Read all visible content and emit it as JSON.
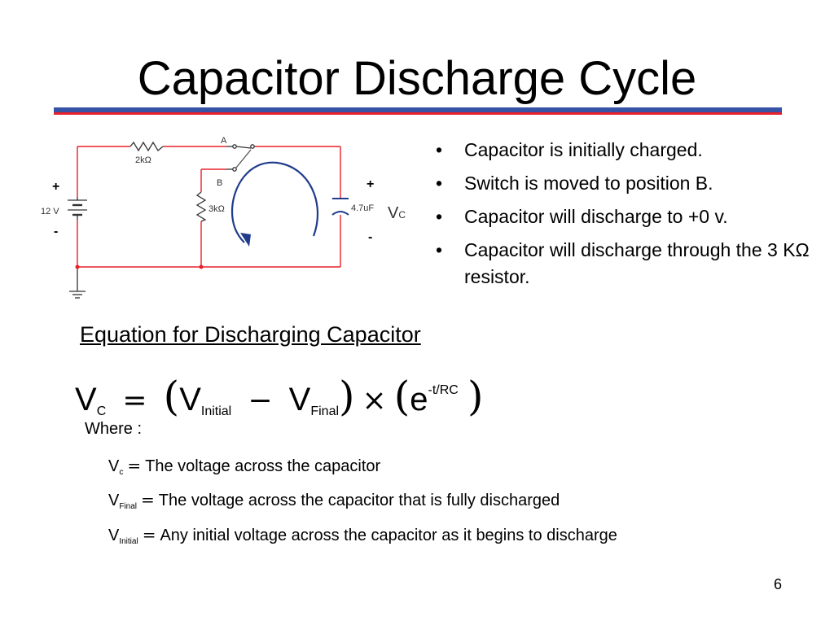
{
  "slide": {
    "title": "Capacitor Discharge Cycle",
    "page_number": "6",
    "colors": {
      "rule_blue": "#3653a6",
      "rule_red": "#e8202a",
      "wire": "#e8202a",
      "arrow": "#1f3b8c"
    }
  },
  "circuit": {
    "switch_a": "A",
    "switch_b": "B",
    "r1_label": "2kΩ",
    "r2_label": "3kΩ",
    "battery_label": "12 V",
    "battery_plus": "+",
    "battery_minus": "-",
    "cap_label": "4.7uF",
    "cap_plus": "+",
    "cap_minus": "-",
    "vc_main": "V",
    "vc_sub": "C",
    "icons": [
      "ground-icon",
      "battery-icon",
      "resistor-icon",
      "capacitor-icon",
      "switch-icon",
      "counterclockwise-arrow-icon"
    ]
  },
  "bullets": [
    "Capacitor is initially charged.",
    "Switch is moved to position B.",
    "Capacitor will discharge to +0 v.",
    "Capacitor will discharge through the 3 KΩ resistor."
  ],
  "equation": {
    "heading": "Equation for Discharging Capacitor",
    "lhs_var": "V",
    "lhs_sub": "C",
    "eq": "=",
    "lparen": "(",
    "v1": "V",
    "v1_sub": "Initial",
    "minus": "−",
    "v2": "V",
    "v2_sub": "Final",
    "rparen": ")",
    "times": "×",
    "lparen2": "(",
    "e": "e",
    "exponent": "-t/RC",
    "rparen2": ")"
  },
  "definitions": {
    "where": "Where :",
    "items": [
      {
        "sym": "V",
        "sub": "c",
        "eq": "=",
        "text": "The voltage across the capacitor"
      },
      {
        "sym": "V",
        "sub": "Final",
        "eq": "=",
        "text": "The voltage across the capacitor that is fully discharged"
      },
      {
        "sym": "V",
        "sub": "Initial",
        "eq": "=",
        "text": "Any initial voltage across the capacitor as it begins to discharge"
      }
    ]
  }
}
